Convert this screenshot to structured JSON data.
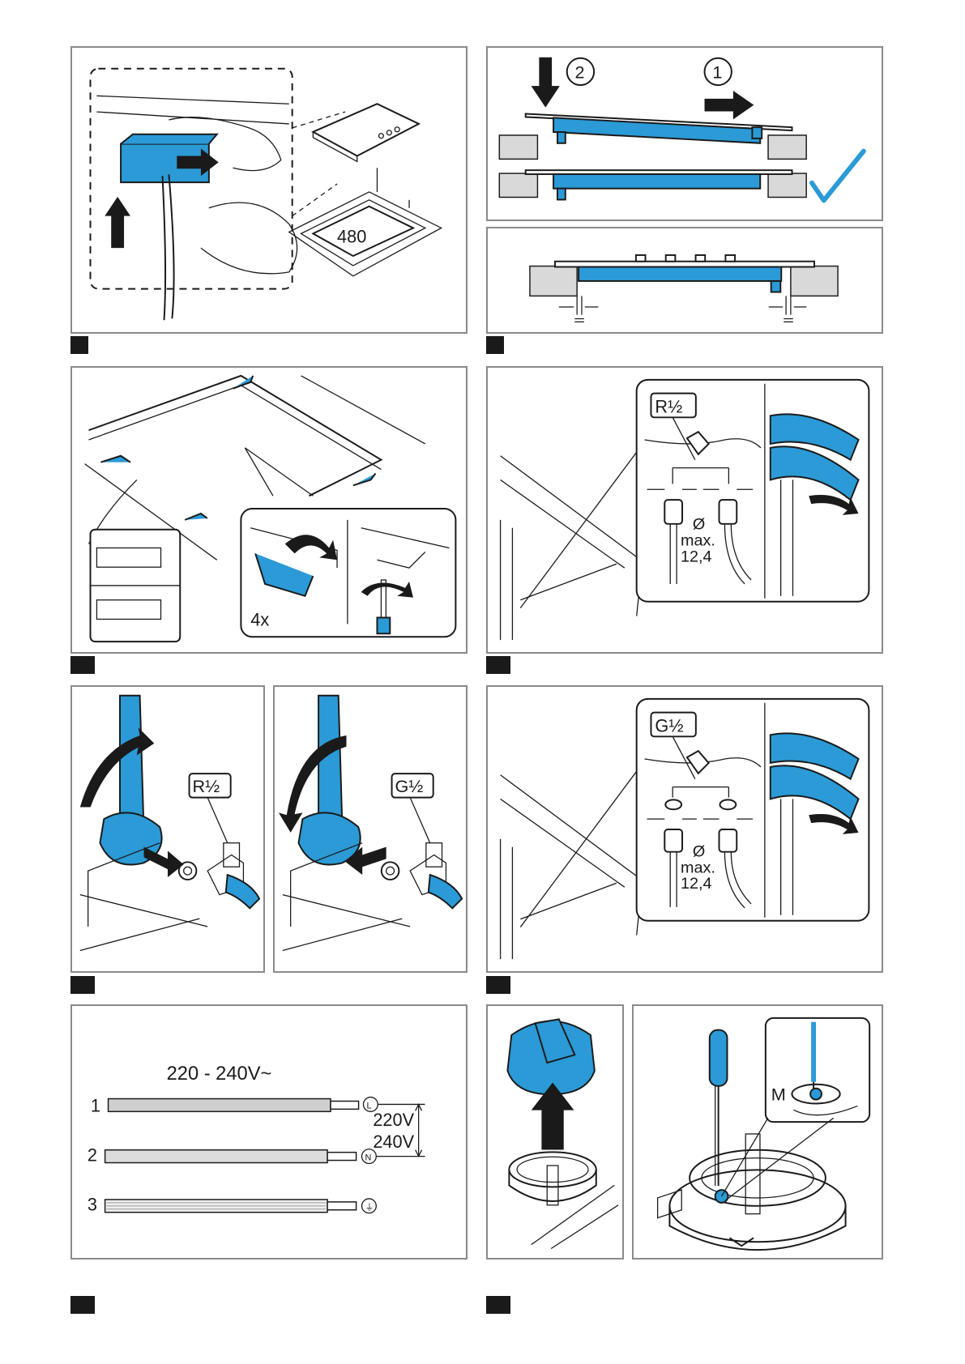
{
  "colors": {
    "accent": "#2b9ad6",
    "ink": "#1a1a1a",
    "frame": "#8a8a8a",
    "check": "#2b9ad6"
  },
  "panel1": {
    "dimension": "480"
  },
  "panel2": {
    "step2": "2",
    "step1": "1",
    "icon": "checkmark-icon"
  },
  "panel4": {
    "multiplier": "4x"
  },
  "panel5": {
    "thread": "R½",
    "diameter_symbol": "Ø",
    "max": "max.",
    "value": "12,4"
  },
  "panel6": {
    "left_thread": "R½",
    "right_thread": "G½"
  },
  "panel7": {
    "thread": "G½",
    "diameter_symbol": "Ø",
    "max": "max.",
    "value": "12,4"
  },
  "panel8": {
    "voltage_range": "220 - 240V~",
    "wires": [
      {
        "number": "1",
        "terminal": "L"
      },
      {
        "number": "2",
        "terminal": "N"
      },
      {
        "number": "3",
        "terminal": "⏚"
      }
    ],
    "voltage_a": "220V",
    "voltage_b": "240V"
  },
  "panel10": {
    "label": "M"
  }
}
